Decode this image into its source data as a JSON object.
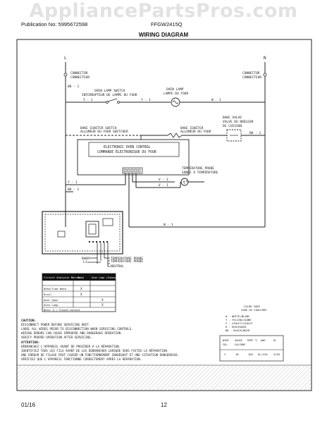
{
  "watermark": "AppliancePartsPros.com",
  "header": {
    "publication": "Publication No: 5995672598",
    "model": "FFGW2415Q",
    "title": "WIRING DIAGRAM"
  },
  "diagram": {
    "l_label": "L",
    "n_label": "N",
    "connector_left": [
      "CONNECTOR",
      "CONNECTEUR"
    ],
    "connector_right": [
      "CONNECTOR",
      "CONNECTEUR"
    ],
    "bk1": "BK - 1",
    "oven_lamp_switch": [
      "OVEN LAMP SWITCH",
      "INTERRUPTEUR DE LAMPE DU FOUR"
    ],
    "oven_lamp": [
      "OVEN LAMP",
      "LAMPE DU FOUR"
    ],
    "y1_left": "Y - 1",
    "y1_mid": "Y - 1",
    "w1_top": "W - 1",
    "bake_valve": [
      "BAKE VALVE",
      "VALVE DU BRÛLEUR",
      "DE CUISSON"
    ],
    "bake_igniter_left": [
      "BAKE IGNITER SWITCH",
      "ALLUMEUR DU FOUR SWITCHER"
    ],
    "bake_igniter_right": [
      "BAKE IGNITER",
      "ALLUMEUR DU FOUR"
    ],
    "control": [
      "ELECTRONIC OVEN CONTROL",
      "COMMANDE ÉLECTRONIQUE DU FOUR"
    ],
    "temp_probe": [
      "TEMPERATURE PROBE",
      "SONDE À TEMPÉRATURE"
    ],
    "w1_bottom": "W - 1",
    "v1": "V - 1",
    "bake_label": "BAKE",
    "l1_label": "L1",
    "probe_label_1": "TEMPERATURE PROBE",
    "probe_label_2": "TEMPERATURE PROBE",
    "neutral_label": "NEUTRAL",
    "table": {
      "headers": [
        "Circuit Analysis Matrix",
        "Bake",
        "Oven Lamp (Indoor switch)"
      ],
      "rows": [
        [
          "Bake/Time Bake",
          "X",
          ""
        ],
        [
          "Broil",
          "X",
          ""
        ],
        [
          "Door Open",
          "",
          "X"
        ],
        [
          "Oven Lamp",
          "",
          "X"
        ]
      ],
      "note": "Note: X = Closed contact"
    },
    "color_code": {
      "title": [
        "COLOR CODE",
        "CODE DE COULEURS"
      ],
      "items": [
        "W - WHITE/BLANC",
        "Y - YELLOW/JAUNE",
        "V - VIOLET/VIOLET",
        "R - RED/ROUGE",
        "BK - BLACK/NOIR"
      ]
    },
    "wire_table": {
      "headers": [
        "WIRE",
        "GAUGE",
        "TEMP °C",
        "AWG",
        "UL"
      ],
      "subheaders": [
        "COL.",
        "CALIBRE"
      ],
      "row": [
        "Y",
        "18",
        "105",
        "UL/CSA",
        "3135"
      ]
    },
    "caution": [
      "CAUTION:",
      "DISCONNECT POWER BEFORE SERVICING UNIT.",
      "LABEL ALL WIRES PRIOR TO DISCONNECTION WHEN SERVICING CONTROLS.",
      "WIRING ERRORS CAN CAUSE IMPROPER AND DANGEROUS OPERATION.",
      "VERIFY PROPER OPERATION AFTER SERVICING.",
      "ATTENTION:",
      "DÉBRANCHEZ L'APPAREIL AVANT DE PROCÉDER À LA RÉPARATION.",
      "IDENTIFIEZ TOUS LES FILS AVANT DE LES DÉBRANCHER LORSQUE VOUS FAITES LA RÉPARATION.",
      "UNE ERREUR DE FILAGE PEUT CAUSER UN FONCTIONNEMENT INADÉQUAT ET UNE SITUATION DANGEREUSE.",
      "VÉRIFIEZ QUE L'APPAREIL FONCTIONNE CORRECTEMENT APRÈS LA RÉPARATION."
    ]
  },
  "footer": {
    "date": "01/16",
    "page": "12"
  }
}
